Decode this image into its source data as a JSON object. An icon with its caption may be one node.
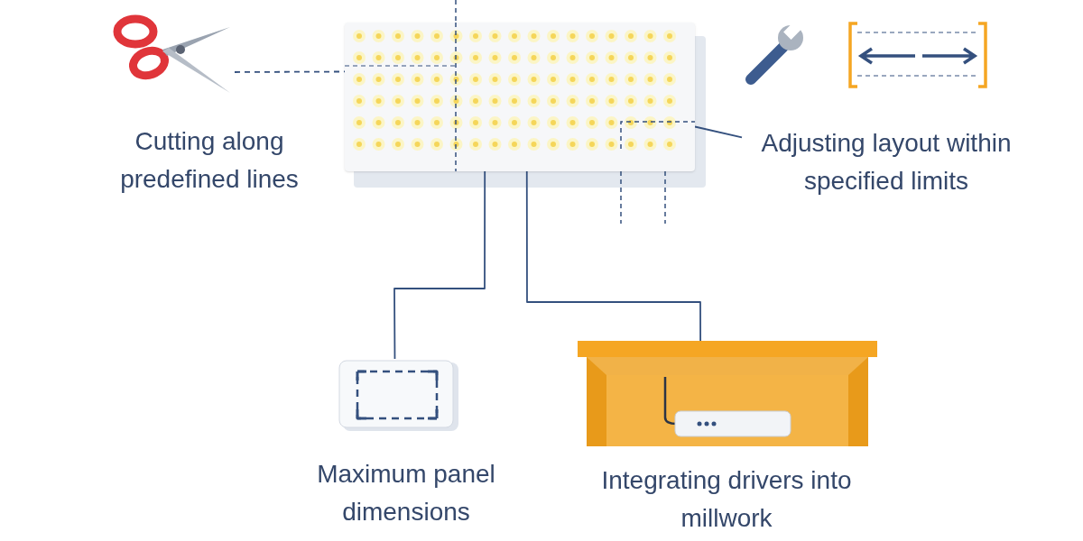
{
  "diagram": {
    "nodes": [
      {
        "text": [],
        "shape": "picture"
      },
      {
        "text": [],
        "shape": "picture",
        "beside": [
          "Cutting along predefined lines"
        ]
      },
      {
        "text": [
          "Adjusting layout within specified limits"
        ]
      },
      {
        "text": [],
        "shape": "picture",
        "beside": [
          "Maximum panel dimensions"
        ]
      },
      {
        "text": [],
        "shape": "picture",
        "beside": [
          "Integrating drivers into millwork"
        ]
      }
    ],
    "edges": [
      {
        "from": 1,
        "to": 0,
        "arrow": "none",
        "style": "dashed"
      },
      {
        "from": 2,
        "to": 0,
        "arrow": "none"
      },
      {
        "from": 0,
        "to": 3,
        "arrow": "none"
      },
      {
        "from": 0,
        "to": 4,
        "arrow": "none"
      }
    ]
  }
}
